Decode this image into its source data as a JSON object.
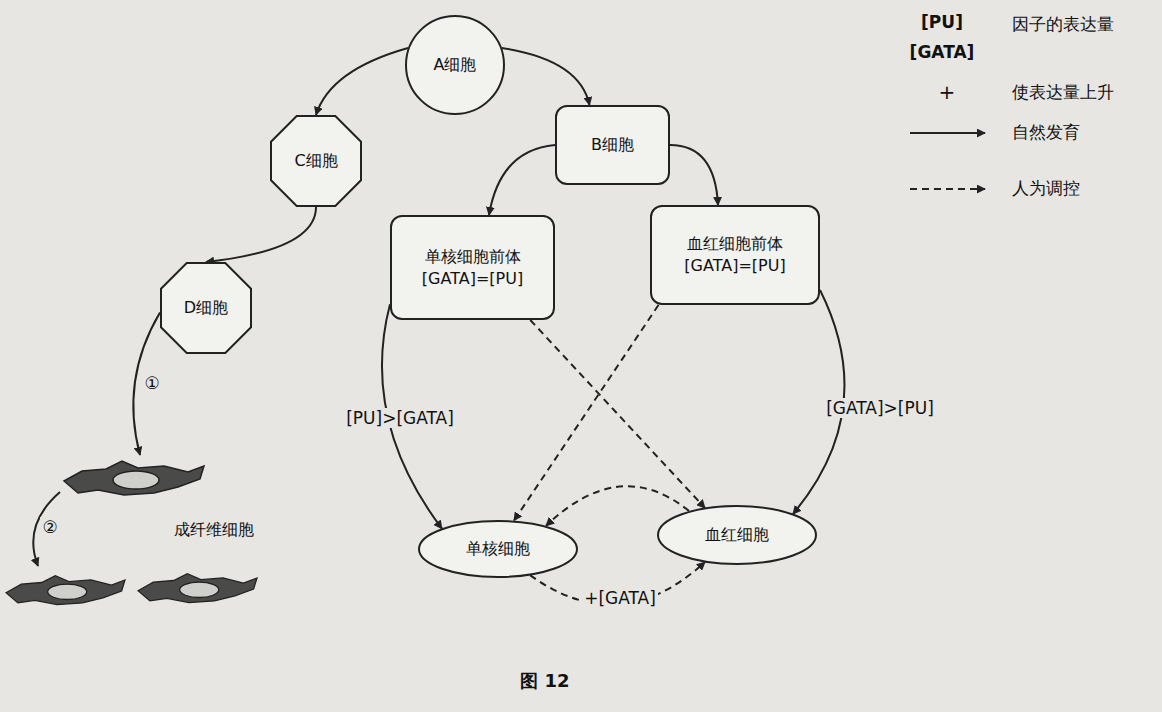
{
  "diagram": {
    "caption": "图 12",
    "nodes": [
      {
        "text": [
          "A细胞"
        ]
      },
      {
        "text": [
          "C细胞"
        ]
      },
      {
        "text": [
          "B细胞"
        ]
      },
      {
        "text": [
          "单核细胞前体",
          "[GATA]=[PU]"
        ]
      },
      {
        "text": [
          "血红细胞前体",
          "[GATA]=[PU]"
        ]
      },
      {
        "text": [
          "D细胞"
        ]
      },
      {
        "text": [
          "成纤维细胞"
        ]
      },
      {
        "text": [
          "单核细胞"
        ]
      },
      {
        "text": [
          "血红细胞"
        ]
      }
    ],
    "edges": [
      {
        "from": 0,
        "to": 1,
        "arrow": "to"
      },
      {
        "from": 0,
        "to": 2,
        "arrow": "to"
      },
      {
        "from": 2,
        "to": 3,
        "arrow": "to"
      },
      {
        "from": 2,
        "to": 4,
        "arrow": "to"
      },
      {
        "from": 1,
        "to": 5,
        "arrow": "to"
      },
      {
        "from": 5,
        "to": 6,
        "label": "①",
        "arrow": "to"
      },
      {
        "from": 3,
        "to": 7,
        "label": "[PU]>[GATA]",
        "arrow": "to"
      },
      {
        "from": 4,
        "to": 8,
        "label": "[GATA]>[PU]",
        "arrow": "to"
      },
      {
        "from": 3,
        "to": 8,
        "arrow": "to"
      },
      {
        "from": 4,
        "to": 7,
        "arrow": "to"
      },
      {
        "from": 8,
        "to": 7,
        "arrow": "to"
      },
      {
        "from": 7,
        "to": 8,
        "label": "+[GATA]",
        "arrow": "to"
      }
    ],
    "labels": [
      "②",
      "[PU]",
      "[GATA]",
      "+"
    ],
    "legend": [
      {
        "text": "因子的表达量"
      },
      {
        "text": "使表达量上升"
      },
      {
        "text": "自然发育"
      },
      {
        "text": "人为调控"
      }
    ]
  }
}
